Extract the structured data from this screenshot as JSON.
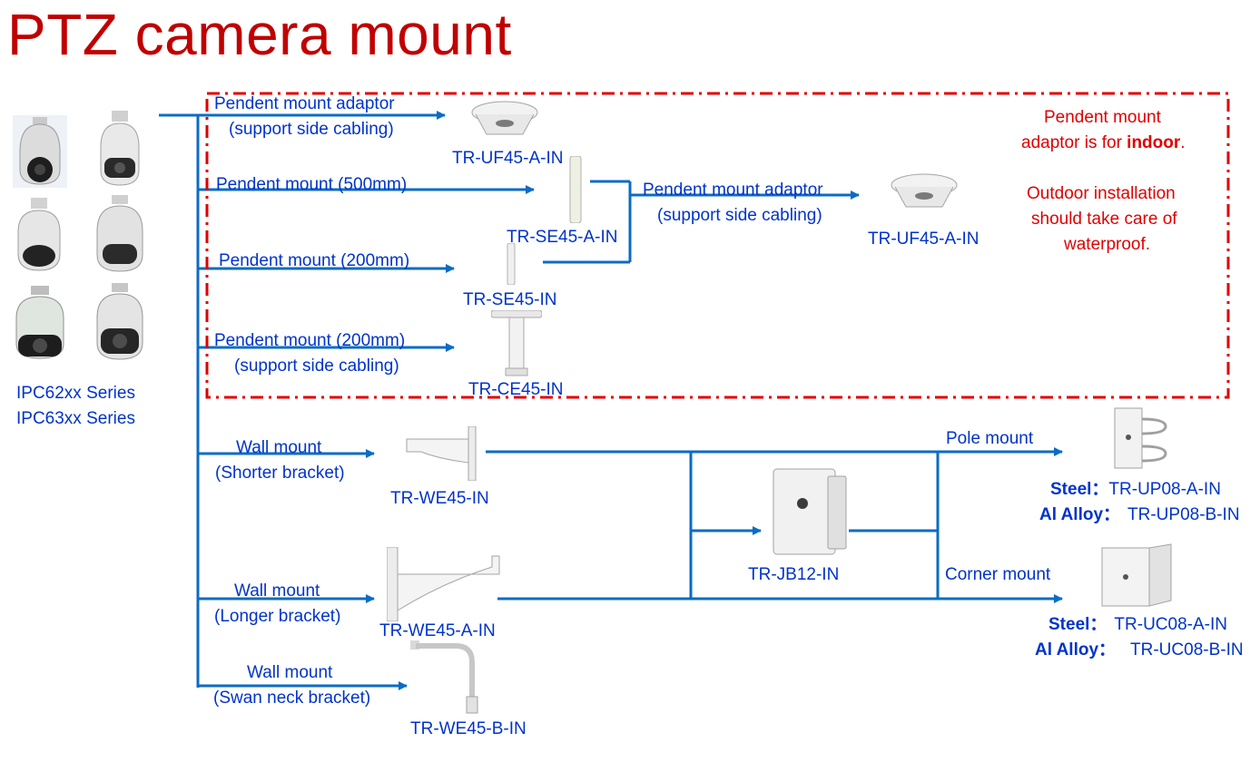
{
  "title": "PTZ camera mount",
  "cameras": {
    "series": [
      "IPC62xx Series",
      "IPC63xx Series"
    ]
  },
  "pendent_branch": {
    "adaptor": {
      "label_line1": "Pendent  mount adaptor",
      "label_line2": "(support side cabling)",
      "product": "TR-UF45-A-IN"
    },
    "mount500": {
      "label": "Pendent  mount (500mm)",
      "product": "TR-SE45-A-IN"
    },
    "mount200": {
      "label": "Pendent  mount (200mm)",
      "product": "TR-SE45-IN"
    },
    "mount200side": {
      "label_line1": "Pendent  mount (200mm)",
      "label_line2": "(support side cabling)",
      "product": "TR-CE45-IN"
    },
    "secondary_adaptor": {
      "label_line1": "Pendent  mount adaptor",
      "label_line2": "(support side cabling)",
      "product": "TR-UF45-A-IN"
    }
  },
  "note": {
    "line1": "Pendent  mount",
    "line2_prefix": "adaptor is for ",
    "line2_bold": "indoor",
    "line2_suffix": ".",
    "line3": "Outdoor installation",
    "line4": "should take care of",
    "line5": "waterproof."
  },
  "wall_branch": {
    "shorter": {
      "label_line1": "Wall mount",
      "label_line2": "(Shorter bracket)",
      "product": "TR-WE45-IN"
    },
    "longer": {
      "label_line1": "Wall mount",
      "label_line2": "(Longer bracket)",
      "product": "TR-WE45-A-IN"
    },
    "swan": {
      "label_line1": "Wall mount",
      "label_line2": "(Swan neck bracket)",
      "product": "TR-WE45-B-IN"
    },
    "junction_box": {
      "product": "TR-JB12-IN"
    }
  },
  "pole_mount": {
    "label": "Pole mount",
    "steel_label": "Steel：",
    "steel_product": "TR-UP08-A-IN",
    "alloy_label": "Al Alloy：",
    "alloy_product": "TR-UP08-B-IN"
  },
  "corner_mount": {
    "label": "Corner mount",
    "steel_label": "Steel：",
    "steel_product": "TR-UC08-A-IN",
    "alloy_label": "Al Alloy：",
    "alloy_product": "TR-UC08-B-IN"
  },
  "colors": {
    "title": "#c00000",
    "label": "#0033cc",
    "line": "#0b6cc4",
    "note": "#e00000",
    "dash": "#e00000"
  }
}
